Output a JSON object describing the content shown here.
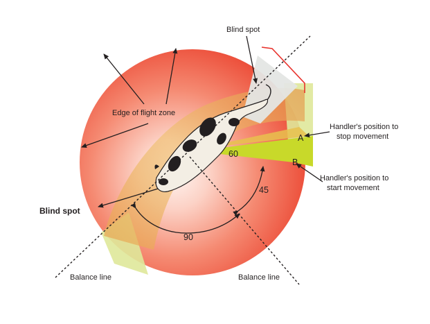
{
  "labels": {
    "blind_spot_top": "Blind spot",
    "blind_spot_left": "Blind spot",
    "edge_of_flight_zone": "Edge of flight zone",
    "handler_stop_line1": "Handler's position to",
    "handler_stop_line2": "stop movement",
    "handler_start_line1": "Handler's position to",
    "handler_start_line2": "start movement",
    "point_a": "A",
    "point_b": "B",
    "angle_60": "60",
    "angle_45": "45",
    "angle_90": "90",
    "balance_line_left": "Balance line",
    "balance_line_right": "Balance line"
  },
  "colors": {
    "flight_zone_center": "#fde6df",
    "flight_zone_edge": "#ee4a36",
    "pressure_band": "#e8b55a",
    "balance_band": "#dfe89a",
    "handler_zone": "#c8d92a",
    "blind_spot_wedge": "#e2e5e3",
    "blind_spot_marker": "#e8322c",
    "text": "#231f20"
  }
}
